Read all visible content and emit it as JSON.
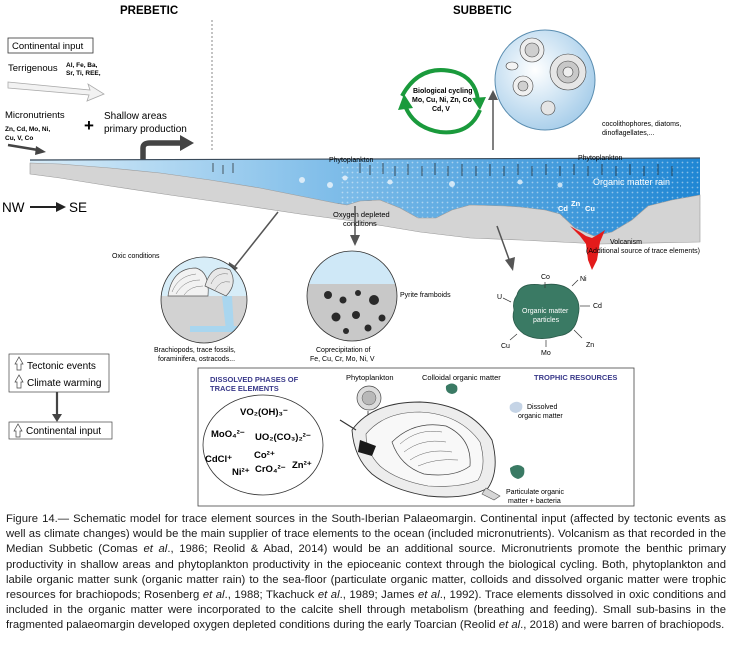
{
  "figure": {
    "headers": {
      "prebetic": "PREBETIC",
      "subbetic": "SUBBETIC"
    },
    "continental_input_box": "Continental input",
    "terrigenous_label": "Terrigenous",
    "terrigenous_elements_1": "Al, Fe, Ba,",
    "terrigenous_elements_2": "Sr, Ti, REE,",
    "micronutrients_label": "Micronutrients",
    "micronutrients_elements_1": "Zn, Cd, Mo, Ni,",
    "micronutrients_elements_2": "Cu, V, Co",
    "plus_sign": "+",
    "shallow_areas_1": "Shallow areas",
    "shallow_areas_2": "primary production",
    "direction_nw": "NW",
    "direction_se": "SE",
    "phytoplankton_left": "Phytoplankton",
    "phytoplankton_right": "Phytoplankton",
    "organic_matter_rain": "Organic matter rain",
    "biological_cycling_title": "Biological cycling",
    "biological_cycling_elements_1": "Mo, Cu, Ni, Zn, Co",
    "biological_cycling_elements_2": "Cd, V",
    "plankton_list_1": "cocolithophores, diatoms,",
    "plankton_list_2": "dinoflagellates,...",
    "oxygen_depleted_1": "Oxygen depleted",
    "oxygen_depleted_2": "conditions",
    "volcanism_metals": {
      "cd": "Cd",
      "zn": "Zn",
      "cu": "Cu"
    },
    "volcanism_1": "Volcanism",
    "volcanism_2": "(Additional source of trace elements)",
    "oxic_conditions": "Oxic conditions",
    "brachiopods_1": "Brachiopods, trace fossils,",
    "brachiopods_2": "foraminifera, ostracods...",
    "pyrite_framboids": "Pyrite framboids",
    "coprecipitation_1": "Coprecipitation of",
    "coprecipitation_2": "Fe, Cu, Cr, Mo, Ni, V",
    "organic_particles_1": "Organic matter",
    "organic_particles_2": "particles",
    "particle_elements": {
      "co": "Co",
      "ni": "Ni",
      "u": "U",
      "cd": "Cd",
      "zn": "Zn",
      "cu": "Cu",
      "mo": "Mo"
    },
    "legend": {
      "tectonic_events": "Tectonic events",
      "climate_warming": "Climate warming",
      "continental_input": "Continental input"
    },
    "dissolved_phases_1": "DISSOLVED PHASES OF",
    "dissolved_phases_2": "TRACE ELEMENTS",
    "species": {
      "vo": "VO₂(OH)₃⁻",
      "moo": "MoO₄²⁻",
      "uo": "UO₂(CO₃)₂²⁻",
      "cdcl": "CdCl⁺",
      "co": "Co²⁺",
      "zn": "Zn²⁺",
      "ni": "Ni²⁺",
      "cro": "CrO₄²⁻"
    },
    "inset_phytoplankton": "Phytoplankton",
    "colloidal_organic_matter": "Colloidal organic matter",
    "trophic_resources": "TROPHIC RESOURCES",
    "dissolved_organic_1": "Dissolved",
    "dissolved_organic_2": "organic matter",
    "particulate_organic_1": "Particulate organic",
    "particulate_organic_2": "matter + bacteria"
  },
  "colors": {
    "sea_light": "#c9e3f3",
    "sea_deep": "#2d8fd6",
    "rock": "#d6d6d6",
    "volcanism": "#e31b1b",
    "organic_particle": "#3a7a64",
    "cycling_arrow": "#1a9a3c",
    "dissolved_title": "#3a3a8a"
  },
  "caption": {
    "figure_label": "Figure 14.— ",
    "segments": [
      "Schematic model for trace element sources in the South-Iberian Palaeomargin. Continental input (affected by tectonic events as well as climate changes) would be the main supplier of trace elements to the ocean (included micronutrients). Volcanism as that recorded in the Median Subbetic (Comas ",
      "et al",
      "., 1986; Reolid & Abad, 2014) would be an additional source. Micronutrients promote the benthic primary productivity in shallow areas and phytoplankton productivity in the epioceanic context through the biological cycling. Both, phytoplankton and labile organic matter sunk (organic matter rain) to the sea-floor (particulate organic matter, colloids and dissolved organic matter were trophic resources for brachiopods; Rosenberg ",
      "et al",
      "., 1988; Tkachuck ",
      "et al",
      "., 1989; James ",
      "et al",
      "., 1992). Trace elements dissolved in oxic conditions and included in the organic matter were incorporated to the calcite shell through metabolism (breathing and feeding). Small sub-basins in the fragmented palaeomargin developed oxygen depleted conditions during the early Toarcian (Reolid ",
      "et al",
      "., 2018) and were barren of brachiopods."
    ]
  }
}
